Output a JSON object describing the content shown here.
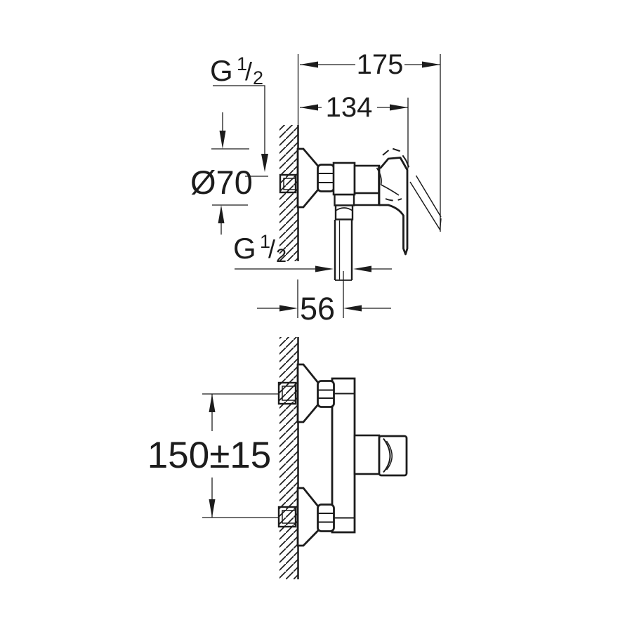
{
  "colors": {
    "background": "#ffffff",
    "line": "#1c1c1c"
  },
  "side_view": {
    "dim_depth_total": "175",
    "dim_depth_body": "134",
    "thread_top": {
      "letter": "G",
      "numerator": "1",
      "slash": "/",
      "denominator": "2"
    },
    "dim_escutcheon_diameter": "Ø70",
    "thread_outlet": {
      "letter": "G",
      "numerator": "1",
      "slash": "/",
      "denominator": "2"
    },
    "dim_outlet_offset": "56"
  },
  "front_view": {
    "dim_connection_spacing": "150±15"
  }
}
